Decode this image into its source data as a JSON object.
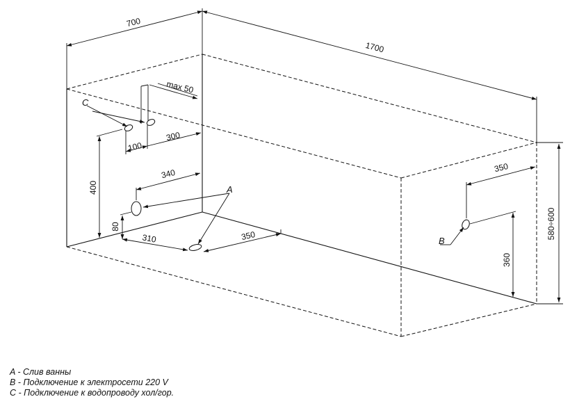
{
  "dimensions": {
    "width": "700",
    "length": "1700",
    "c_max": "max 50",
    "c_offset_100": "100",
    "c_offset_300": "300",
    "c_height_400": "400",
    "a_offset_340": "340",
    "a_height_80": "80",
    "a_offset_310": "310",
    "a_offset_350": "350",
    "b_offset_350": "350",
    "b_height_360": "360",
    "total_height": "580÷600"
  },
  "labels": {
    "a": "A",
    "b": "B",
    "c": "C"
  },
  "legend": [
    {
      "text": "A - Слив ванны"
    },
    {
      "text": "B - Подключение к электросети 220 V"
    },
    {
      "text": "C - Подключение к водопроводу хол/гор."
    }
  ]
}
